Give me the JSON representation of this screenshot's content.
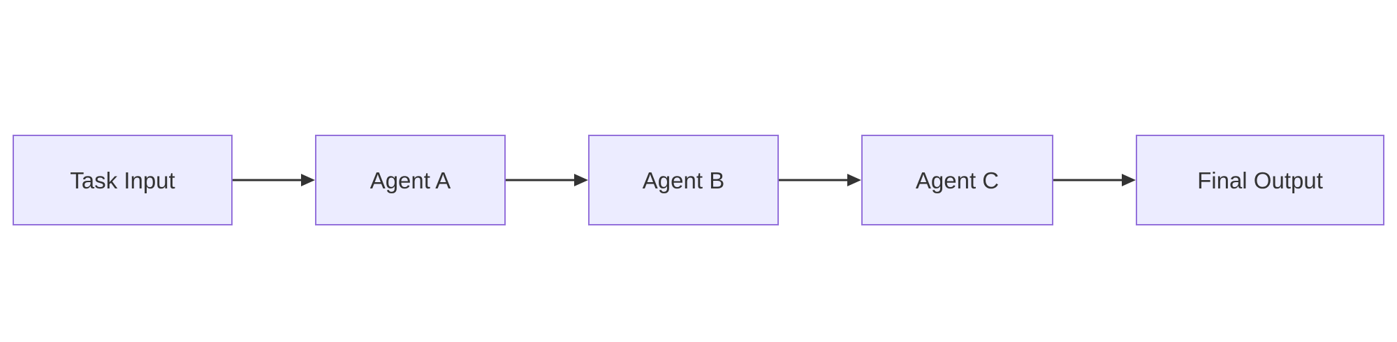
{
  "diagram": {
    "type": "flowchart",
    "direction": "left-to-right",
    "nodes": [
      {
        "id": "task-input",
        "label": "Task Input"
      },
      {
        "id": "agent-a",
        "label": "Agent A"
      },
      {
        "id": "agent-b",
        "label": "Agent B"
      },
      {
        "id": "agent-c",
        "label": "Agent C"
      },
      {
        "id": "final-output",
        "label": "Final Output"
      }
    ],
    "edges": [
      {
        "from": "Task Input",
        "to": "Agent A"
      },
      {
        "from": "Agent A",
        "to": "Agent B"
      },
      {
        "from": "Agent B",
        "to": "Agent C"
      },
      {
        "from": "Agent C",
        "to": "Final Output"
      }
    ],
    "colors": {
      "background": "#FFFFFF",
      "node_fill": "#ECECFF",
      "node_border": "#9370DB",
      "node_text": "#333333",
      "arrow": "#333333"
    }
  }
}
